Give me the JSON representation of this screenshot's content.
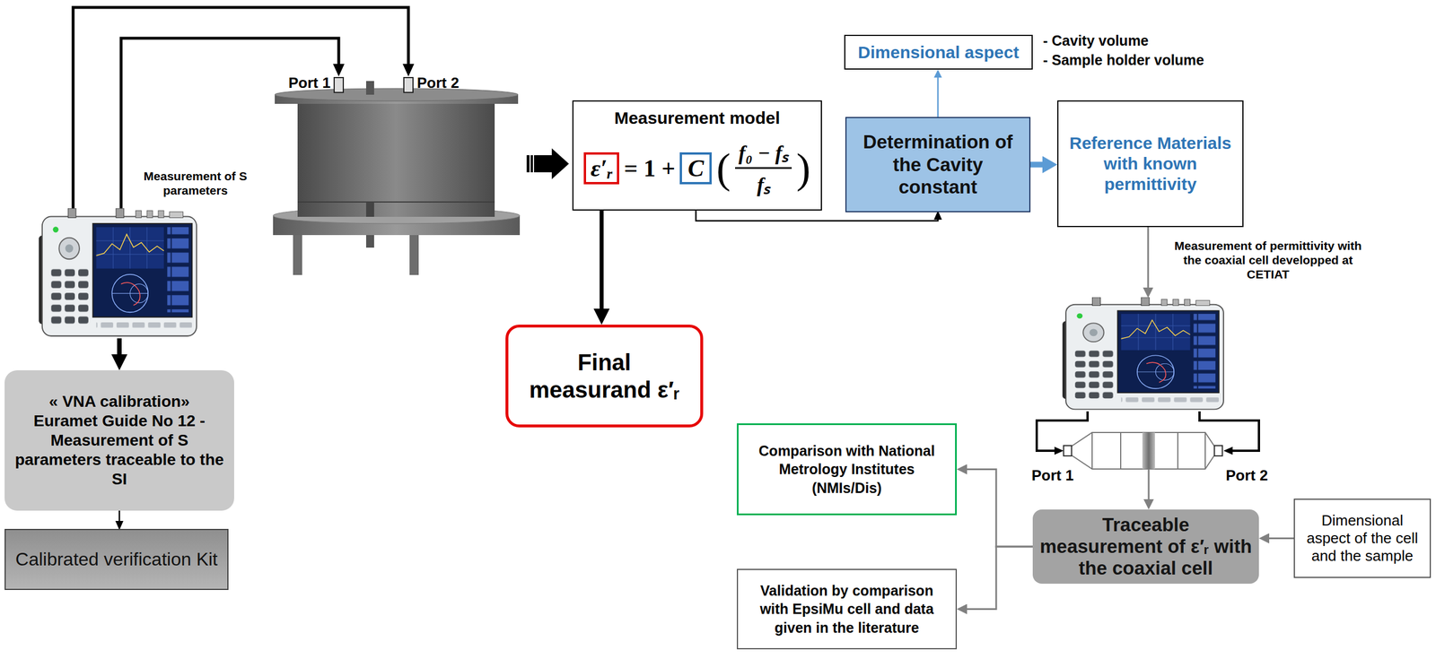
{
  "diagram": {
    "nodes": [
      {
        "text": [
          "Measurement model",
          "= 1 +",
          "(",
          "f₀ − fₛ",
          "fₛ",
          ")"
        ]
      },
      {
        "text": [
          "ε′ᵣ"
        ],
        "in": 0
      },
      {
        "text": [
          "C"
        ],
        "in": 0
      },
      {
        "text": [
          "Final measurand ε′ᵣ"
        ]
      },
      {
        "text": [
          "Determination of the Cavity constant"
        ]
      },
      {
        "text": [
          "Dimensional aspect"
        ]
      },
      {
        "text": [
          "Reference Materials with known permittivity"
        ]
      },
      {
        "text": [
          "« VNA calibration» Euramet Guide No 12 - Measurement of S parameters traceable to the SI"
        ]
      },
      {
        "text": [
          "Calibrated verification Kit"
        ]
      },
      {
        "text": [
          "Comparison with National Metrology Institutes (NMIs/Dis)"
        ]
      },
      {
        "text": [
          "Traceable measurement of ε′ᵣ with the coaxial cell"
        ]
      },
      {
        "text": [
          "Dimensional aspect of the cell and the sample"
        ]
      },
      {
        "text": [
          "Validation by comparison with EpsiMu cell and data given in the literature"
        ]
      }
    ],
    "edges": [
      {
        "from": 1,
        "to": 3,
        "arrow": "to"
      },
      {
        "from": 2,
        "to": 4,
        "arrow": "to"
      },
      {
        "from": 4,
        "to": 5,
        "arrow": "to"
      },
      {
        "from": 4,
        "to": 6,
        "arrow": "to"
      },
      {
        "from": 7,
        "to": 8,
        "arrow": "to"
      },
      {
        "from": 10,
        "to": 9,
        "arrow": "to"
      },
      {
        "from": 10,
        "to": 12,
        "arrow": "to"
      },
      {
        "from": 11,
        "to": 10,
        "arrow": "to"
      }
    ],
    "labels": [
      "- Cavity volume",
      "- Sample holder volume",
      "Port 1",
      "Port 2",
      "Measurement of S parameters",
      "Measurement of permittivity with the coaxial cell developped at CETIAT",
      "Port 1",
      "Port 2"
    ]
  }
}
